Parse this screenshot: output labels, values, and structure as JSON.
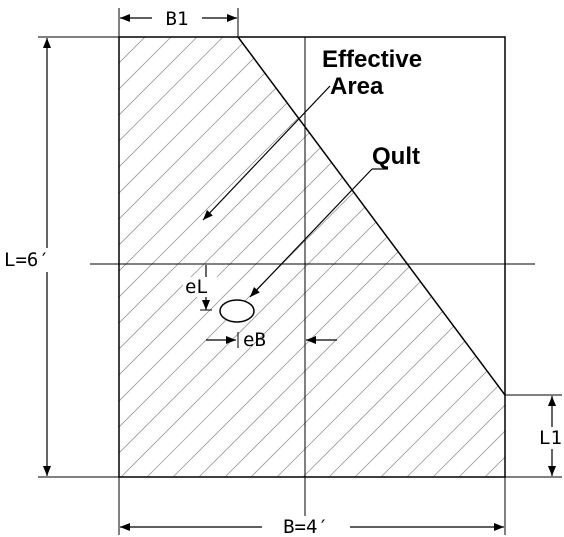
{
  "labels": {
    "b1": "B1",
    "length": "L=6′",
    "width": "B=4′",
    "el": "eL",
    "eb": "eB",
    "l1": "L1",
    "effective_line1": "Effective",
    "effective_line2": "Area",
    "qult": "Qult"
  },
  "colors": {
    "line": "#000000",
    "hatch": "#9a9a9a",
    "background": "#ffffff"
  }
}
